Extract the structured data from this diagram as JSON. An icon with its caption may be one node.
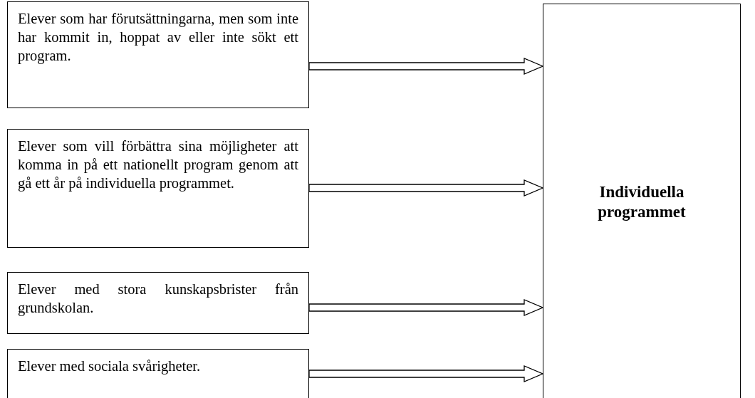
{
  "diagram": {
    "nodes": [
      {
        "text": [
          "Elever som har förutsättningarna, men som inte har kommit in, hoppat av eller inte sökt ett program."
        ]
      },
      {
        "text": [
          "Elever som vill förbättra sina möjligheter att komma in på ett nationellt program genom att gå ett år på individuella programmet."
        ]
      },
      {
        "text": [
          "Elever med stora kunskapsbrister från grundskolan."
        ]
      },
      {
        "text": [
          "Elever med sociala svårigheter."
        ]
      },
      {
        "text": [
          "Individuella programmet"
        ]
      }
    ],
    "edges": [
      {
        "from": 0,
        "to": 4,
        "arrow": "to"
      },
      {
        "from": 1,
        "to": 4,
        "arrow": "to"
      },
      {
        "from": 2,
        "to": 4,
        "arrow": "to"
      },
      {
        "from": 3,
        "to": 4,
        "arrow": "to"
      }
    ]
  }
}
